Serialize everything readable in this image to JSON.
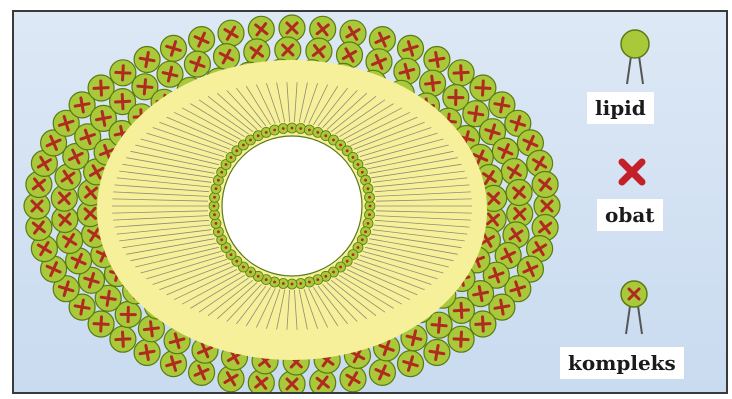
{
  "legend": {
    "lipid_label": "lipid",
    "drug_label": "obat",
    "complex_label": "kompleks"
  },
  "colors": {
    "background": "#d3e1f2",
    "head_fill": "#a9c93a",
    "head_stroke": "#5a7a14",
    "cross": "#b02a20",
    "drug": "#c4202a",
    "tail_region": "#f7f09a",
    "tail_stroke": "#6b6b6b",
    "core": "#ffffff"
  },
  "icons": {
    "lipid": "lipid-molecule-icon",
    "drug": "drug-x-icon",
    "complex": "complex-molecule-icon"
  }
}
